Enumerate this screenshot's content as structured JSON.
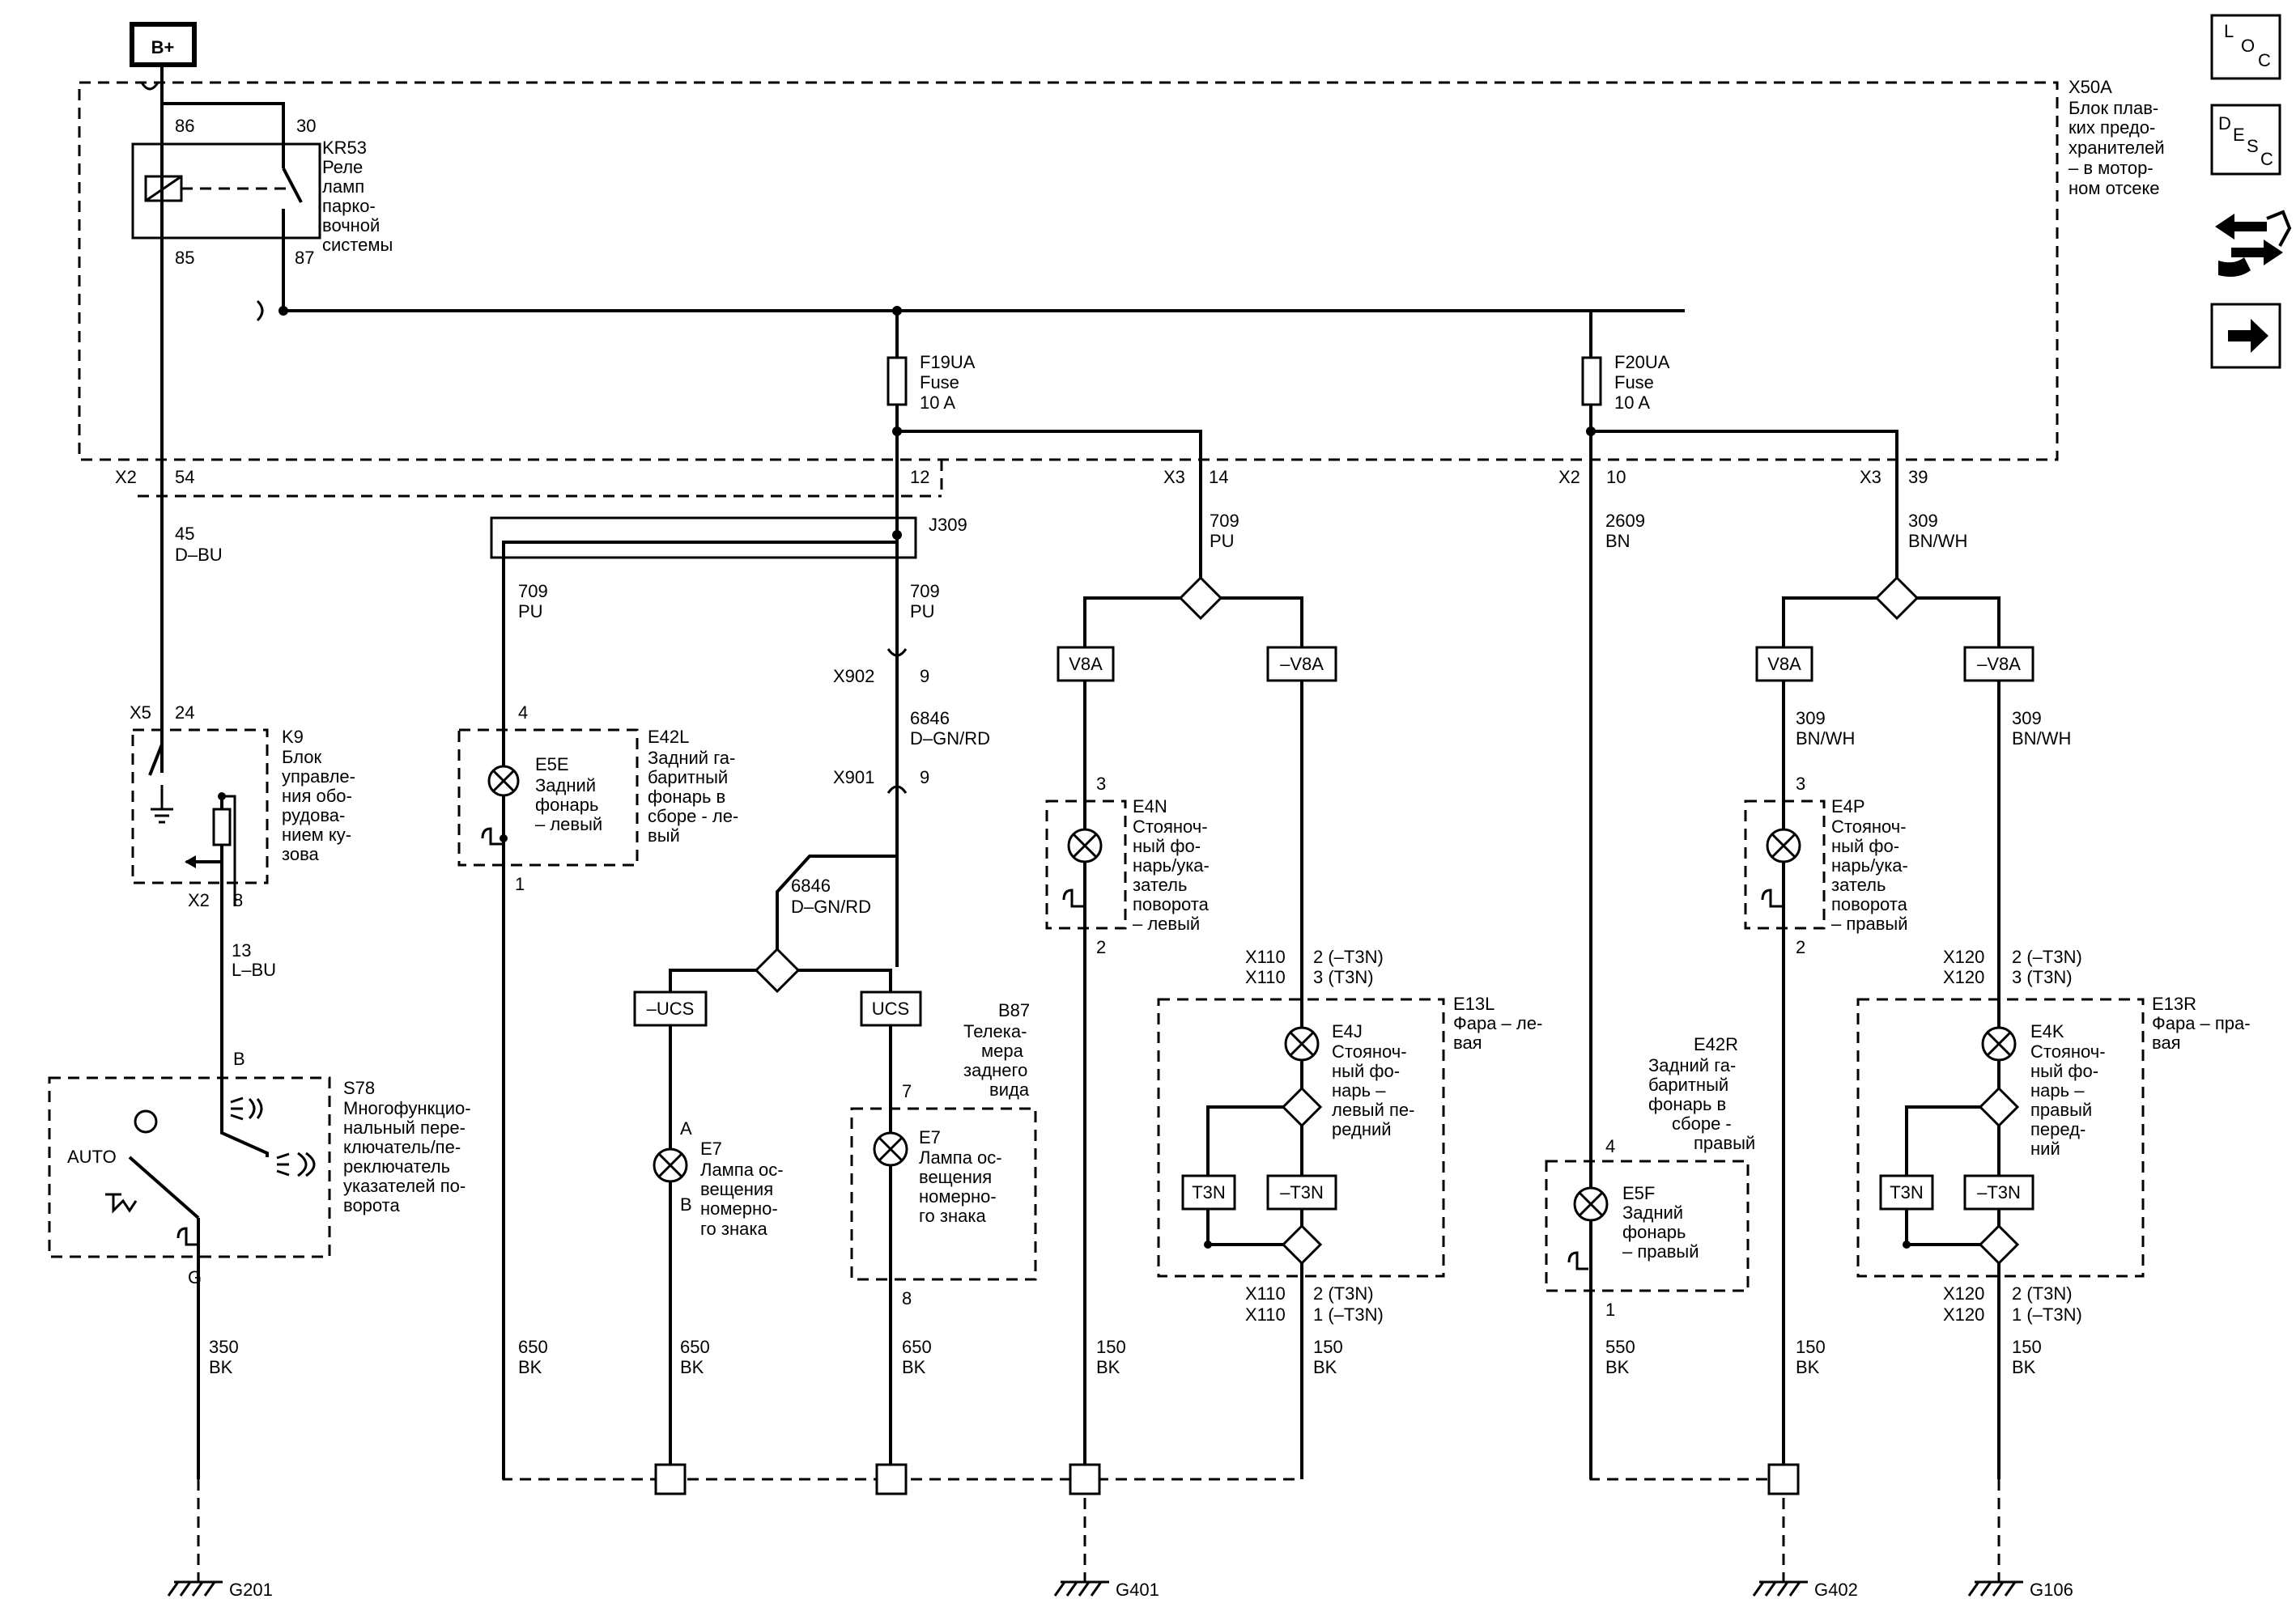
{
  "power": {
    "label": "B+"
  },
  "fuse_block": {
    "id": "X50A",
    "desc": [
      "Блок плав-",
      "ких предо-",
      "хранителей",
      "– в мотор-",
      "ном отсеке"
    ]
  },
  "relay": {
    "id": "KR53",
    "desc": [
      "Реле",
      "ламп",
      "парко-",
      "вочной",
      "системы"
    ],
    "pins": [
      "86",
      "30",
      "85",
      "87"
    ]
  },
  "fuses": [
    {
      "id": "F19UA",
      "type": "Fuse",
      "rating": "10 A"
    },
    {
      "id": "F20UA",
      "type": "Fuse",
      "rating": "10 A"
    }
  ],
  "connectors": {
    "x2_54": [
      "X2",
      "54"
    ],
    "p12": "12",
    "x3_14": [
      "X3",
      "14"
    ],
    "x2_10": [
      "X2",
      "10"
    ],
    "x3_39": [
      "X3",
      "39"
    ],
    "j309": "J309",
    "x902": [
      "X902",
      "9"
    ],
    "x901": [
      "X901",
      "9"
    ],
    "x5_24": [
      "X5",
      "24"
    ],
    "x2_8": [
      "X2",
      "8"
    ]
  },
  "wires": [
    [
      "45",
      "D–BU"
    ],
    [
      "709",
      "PU"
    ],
    [
      "709",
      "PU"
    ],
    [
      "709",
      "PU"
    ],
    [
      "6846",
      "D–GN/RD"
    ],
    [
      "6846",
      "D–GN/RD"
    ],
    [
      "2609",
      "BN"
    ],
    [
      "309",
      "BN/WH"
    ],
    [
      "309",
      "BN/WH"
    ],
    [
      "309",
      "BN/WH"
    ],
    [
      "13",
      "L–BU"
    ],
    [
      "350",
      "BK"
    ],
    [
      "650",
      "BK"
    ],
    [
      "650",
      "BK"
    ],
    [
      "650",
      "BK"
    ],
    [
      "150",
      "BK"
    ],
    [
      "150",
      "BK"
    ],
    [
      "550",
      "BK"
    ],
    [
      "150",
      "BK"
    ],
    [
      "150",
      "BK"
    ]
  ],
  "options": [
    "V8A",
    "–V8A",
    "V8A",
    "–V8A",
    "–UCS",
    "UCS",
    "T3N",
    "–T3N",
    "T3N",
    "–T3N"
  ],
  "bcm": {
    "id": "K9",
    "desc": [
      "Блок",
      "управле-",
      "ния обо-",
      "рудова-",
      "нием ку-",
      "зова"
    ]
  },
  "switch": {
    "id": "S78",
    "desc": [
      "Многофункцио-",
      "нальный пере-",
      "ключатель/пе-",
      "реключатель",
      "указателей по-",
      "ворота"
    ],
    "auto": "AUTO",
    "pins": [
      "B",
      "G"
    ]
  },
  "lamps": [
    {
      "id": "E5E",
      "desc": [
        "Задний",
        "фонарь",
        "– левый"
      ],
      "asm": "E42L",
      "asm_desc": [
        "Задний га-",
        "баритный",
        "фонарь в",
        "сборе - ле-",
        "вый"
      ],
      "pins": [
        "4",
        "1"
      ]
    },
    {
      "id": "E7",
      "desc": [
        "Лампа ос-",
        "вещения",
        "номерно-",
        "го знака"
      ],
      "pins": [
        "A",
        "B"
      ]
    },
    {
      "id": "E7",
      "desc": [
        "Лампа ос-",
        "вещения",
        "номерно-",
        "го знака"
      ],
      "pins": [
        "7",
        "8"
      ]
    },
    {
      "id": "E4N",
      "desc": [
        "Стояноч-",
        "ный фо-",
        "нарь/ука-",
        "затель",
        "поворота",
        "– левый"
      ],
      "pins": [
        "3",
        "2"
      ]
    },
    {
      "id": "E4J",
      "desc": [
        "Стояноч-",
        "ный фо-",
        "нарь –",
        "левый пе-",
        "редний"
      ]
    },
    {
      "id": "E5F",
      "desc": [
        "Задний",
        "фонарь",
        "– правый"
      ],
      "pins": [
        "4",
        "1"
      ]
    },
    {
      "id": "E4P",
      "desc": [
        "Стояноч-",
        "ный фо-",
        "нарь/ука-",
        "затель",
        "поворота",
        "– правый"
      ],
      "pins": [
        "3",
        "2"
      ]
    },
    {
      "id": "E4K",
      "desc": [
        "Стояноч-",
        "ный фо-",
        "нарь –",
        "правый",
        "перед-",
        "ний"
      ]
    }
  ],
  "camera": {
    "id": "B87",
    "desc": [
      "Телека-",
      "мера",
      "заднего",
      "вида"
    ]
  },
  "e42r": {
    "id": "E42R",
    "desc": [
      "Задний га-",
      "баритный",
      "фонарь в",
      "сборе -",
      "правый"
    ]
  },
  "headlamp_left": {
    "id": "E13L",
    "desc": [
      "Фара – ле-",
      "вая"
    ],
    "top": [
      "X110",
      "X110",
      "2 (–T3N)",
      "3 (T3N)"
    ],
    "bot": [
      "X110",
      "X110",
      "2 (T3N)",
      "1 (–T3N)"
    ]
  },
  "headlamp_right": {
    "id": "E13R",
    "desc": [
      "Фара – пра-",
      "вая"
    ],
    "top": [
      "X120",
      "X120",
      "2 (–T3N)",
      "3 (T3N)"
    ],
    "bot": [
      "X120",
      "X120",
      "2 (T3N)",
      "1 (–T3N)"
    ]
  },
  "grounds": [
    "G201",
    "G401",
    "G402",
    "G106"
  ],
  "nav": {
    "loc": [
      "L",
      "O",
      "C"
    ],
    "desc": [
      "D",
      "E",
      "S",
      "C"
    ]
  }
}
